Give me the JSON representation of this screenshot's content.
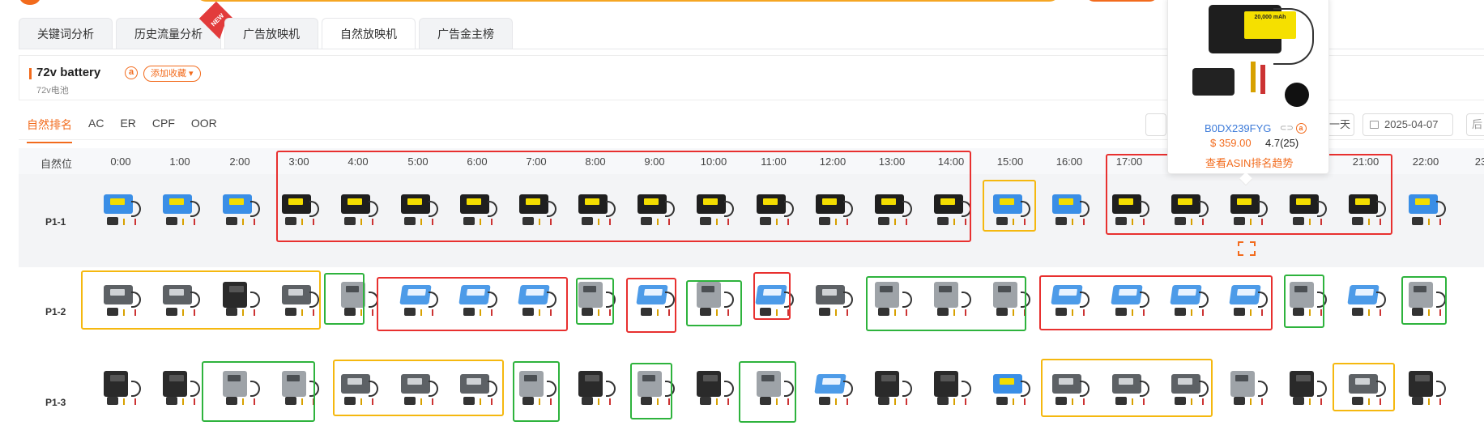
{
  "tabs": [
    {
      "label": "关键词分析",
      "active": false
    },
    {
      "label": "历史流量分析",
      "active": false,
      "badge": "NEW"
    },
    {
      "label": "广告放映机",
      "active": false
    },
    {
      "label": "自然放映机",
      "active": true
    },
    {
      "label": "广告金主榜",
      "active": false
    }
  ],
  "keyword": {
    "title": "72v battery",
    "amazon_mark": "a",
    "favorite_button": "添加收藏 ▾",
    "subtitle": "72v电池"
  },
  "subtabs": [
    {
      "label": "自然排名",
      "active": true
    },
    {
      "label": "AC",
      "active": false
    },
    {
      "label": "ER",
      "active": false
    },
    {
      "label": "CPF",
      "active": false
    },
    {
      "label": "OOR",
      "active": false
    }
  ],
  "controls": {
    "prev_day": "一天",
    "date": "2025-04-07",
    "next_day": "后"
  },
  "grid": {
    "rank_header": "自然位",
    "hours": [
      "0:00",
      "1:00",
      "2:00",
      "3:00",
      "4:00",
      "5:00",
      "6:00",
      "7:00",
      "8:00",
      "9:00",
      "10:00",
      "11:00",
      "12:00",
      "13:00",
      "14:00",
      "15:00",
      "16:00",
      "17:00",
      "",
      "",
      "",
      "21:00",
      "22:00",
      "23"
    ],
    "rows": [
      {
        "label": "P1-1"
      },
      {
        "label": "P1-2"
      },
      {
        "label": "P1-3"
      }
    ]
  },
  "popup": {
    "battery_label": "20,000 mAh",
    "asin": "B0DX239FYG",
    "price": "$ 359.00",
    "rating": "4.7(25)",
    "link": "查看ASIN排名趋势"
  },
  "colors": {
    "accent": "#f26b1d",
    "highlight_red": "#e8302f",
    "highlight_yellow": "#f5b80f",
    "highlight_green": "#2eb33d",
    "link_blue": "#3d7bd9"
  },
  "icons": [
    "amazon-icon",
    "calendar-icon",
    "screenshot-icon",
    "copy-icon",
    "new-badge-icon"
  ]
}
